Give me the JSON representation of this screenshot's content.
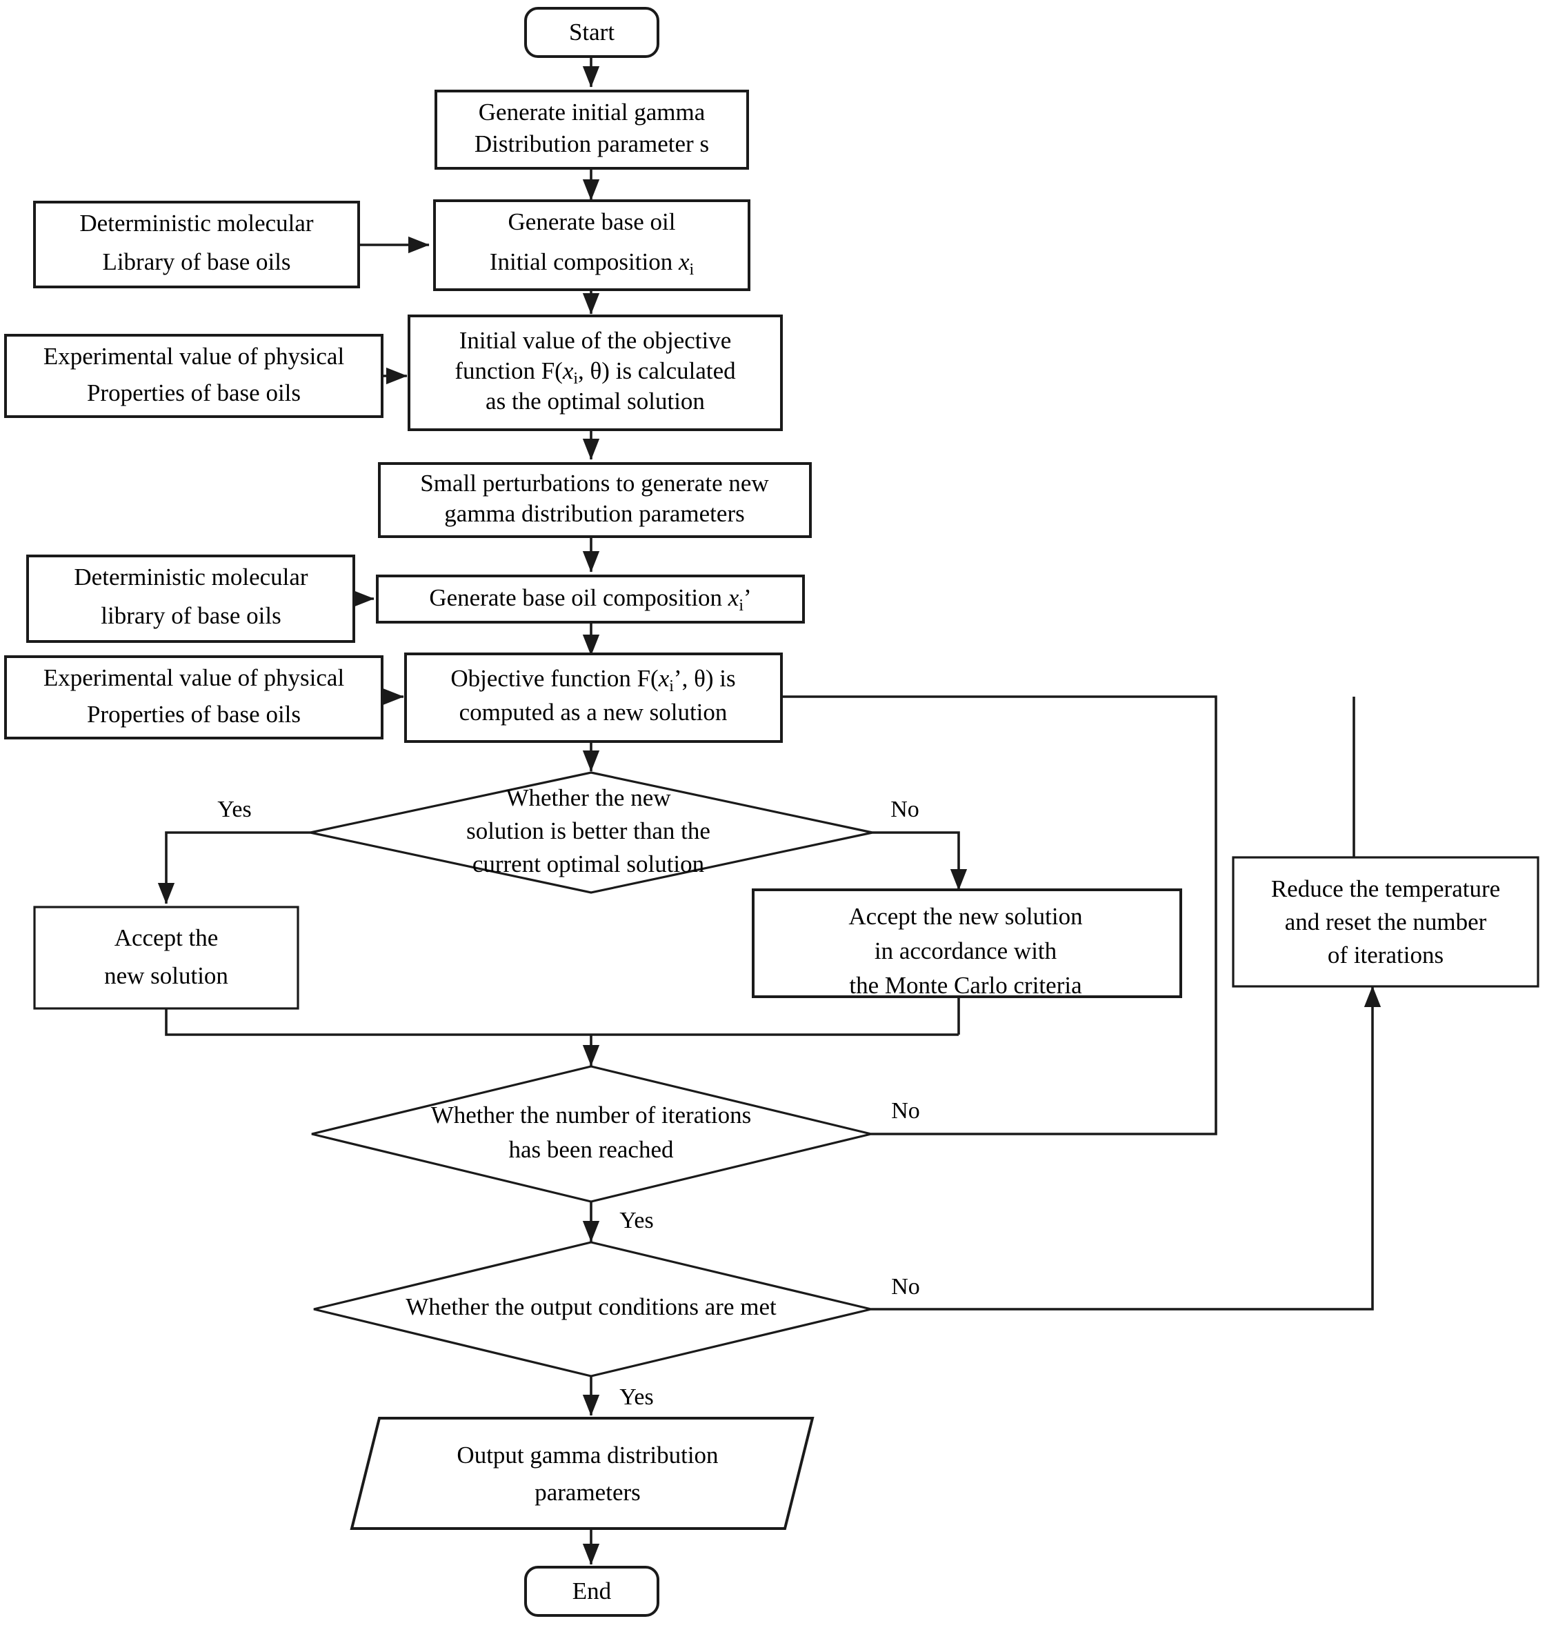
{
  "diagram": {
    "title": "Gamma distribution parameter optimization flowchart",
    "colors": {
      "stroke": "#1a1a1a",
      "fill": "#ffffff",
      "text": "#000000",
      "background": "#ffffff"
    },
    "nodes": {
      "start": {
        "label": "Start",
        "shape": "terminator"
      },
      "gen_initial_gamma": {
        "shape": "process",
        "line1": "Generate initial gamma",
        "line2": "Distribution parameter s"
      },
      "lib_base_oils_1": {
        "shape": "process",
        "line1": "Deterministic molecular",
        "line2": "Library of base oils"
      },
      "gen_base_oil_initial": {
        "shape": "process",
        "line1": "Generate base oil",
        "line2_pre": "Initial composition ",
        "line2_var": "x",
        "line2_sub": "i"
      },
      "exp_props_1": {
        "shape": "process",
        "line1": "Experimental value of physical",
        "line2": "Properties of base oils"
      },
      "initial_objective": {
        "shape": "process",
        "line1": "Initial value of the objective",
        "line2_pre": "function F(",
        "line2_var": "x",
        "line2_sub": "i",
        "line2_post": ", θ) is calculated",
        "line3": "as the optimal solution"
      },
      "small_perturbations": {
        "shape": "process",
        "line1": "Small perturbations to generate new",
        "line2": "gamma distribution parameters"
      },
      "lib_base_oils_2": {
        "shape": "process",
        "line1": "Deterministic molecular",
        "line2": "library of base oils"
      },
      "gen_base_oil_new": {
        "shape": "process",
        "line1_pre": "Generate base oil composition  ",
        "line1_var": "x",
        "line1_sub": "i",
        "line1_post": "’"
      },
      "exp_props_2": {
        "shape": "process",
        "line1": "Experimental value of physical",
        "line2": "Properties of base oils"
      },
      "objective_new": {
        "shape": "process",
        "line1_pre": "Objective function F(",
        "line1_var": "x",
        "line1_sub": "i",
        "line1_post": "’, θ) is",
        "line2": "computed as a new solution"
      },
      "decision_better": {
        "shape": "decision",
        "line1": "Whether the new",
        "line2": "solution is better than  the",
        "line3": "current optimal solution"
      },
      "accept_new": {
        "shape": "process",
        "line1": "Accept the",
        "line2": "new solution"
      },
      "accept_monte_carlo": {
        "shape": "process",
        "line1": "Accept the new solution",
        "line2": "in accordance with",
        "line3": "the Monte Carlo criteria"
      },
      "reduce_temperature": {
        "shape": "process",
        "line1": "Reduce the temperature",
        "line2": "and reset the number",
        "line3": "of iterations"
      },
      "decision_iterations": {
        "shape": "decision",
        "line1": "Whether the number of iterations",
        "line2": "has been reached"
      },
      "decision_output": {
        "shape": "decision",
        "line1": "Whether the output conditions are met"
      },
      "output_params": {
        "shape": "parallelogram",
        "line1": "Output gamma distribution",
        "line2": "parameters"
      },
      "end": {
        "label": "End",
        "shape": "terminator"
      }
    },
    "edge_labels": {
      "better_yes": "Yes",
      "better_no": "No",
      "iterations_no": "No",
      "iterations_yes": "Yes",
      "output_no": "No",
      "output_yes": "Yes"
    }
  }
}
